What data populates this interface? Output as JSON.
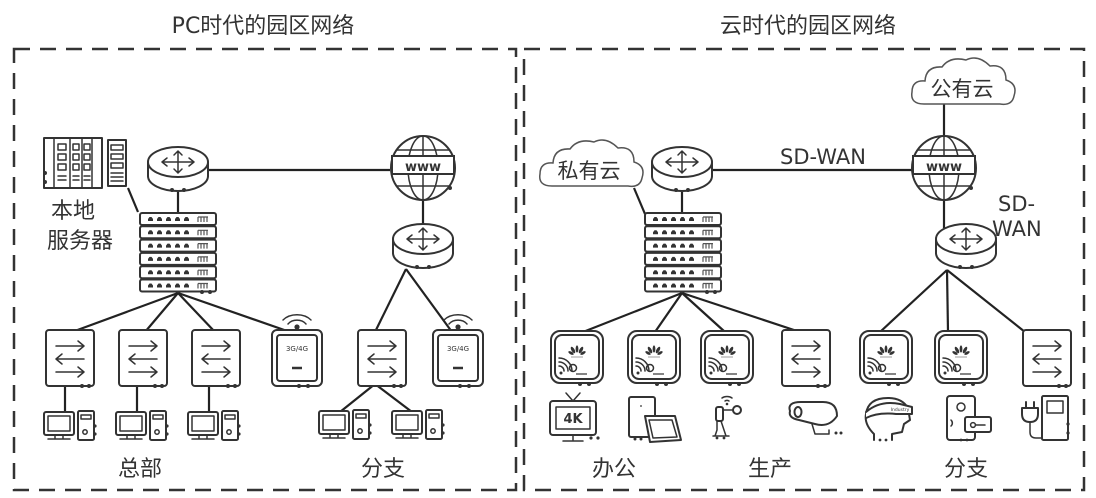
{
  "panels": [
    {
      "id": "pc",
      "title": "PC时代的园区网络",
      "labels": {
        "server": [
          "本地",
          "服务器"
        ],
        "hq": "总部",
        "branch": "分支"
      },
      "wireless_badge": "3G/4G"
    },
    {
      "id": "cloud",
      "title": "云时代的园区网络",
      "labels": {
        "private_cloud": "私有云",
        "public_cloud": "公有云",
        "link_top": "SD-WAN",
        "link_side": [
          "SD-",
          "WAN"
        ],
        "office": "办公",
        "production": "生产",
        "branch": "分支"
      },
      "tv_badge": "4K",
      "vr_badge": "Industry"
    }
  ],
  "web_label": "www",
  "colors": {
    "stroke": "#333333",
    "background": "#ffffff"
  }
}
